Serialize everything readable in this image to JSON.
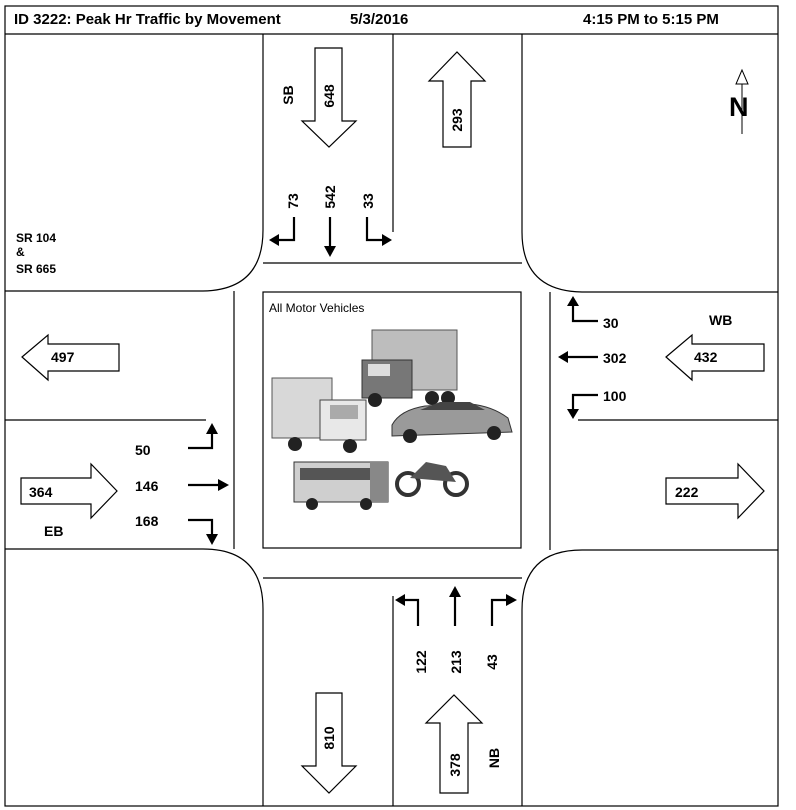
{
  "header": {
    "title": "ID 3222: Peak Hr Traffic by Movement",
    "date": "5/3/2016",
    "time_range": "4:15 PM to 5:15 PM"
  },
  "intersection": {
    "line1": "SR 104",
    "line2": "&",
    "line3": "SR 665"
  },
  "center_label": "All Motor Vehicles",
  "north_label": "N",
  "approaches": {
    "sb": {
      "label": "SB",
      "approach_total": "648",
      "departure_total": "293",
      "right": "73",
      "through": "542",
      "left": "33"
    },
    "wb": {
      "label": "WB",
      "approach_total": "432",
      "departure_total": "497",
      "right": "30",
      "through": "302",
      "left": "100"
    },
    "eb": {
      "label": "EB",
      "approach_total": "364",
      "departure_total": "222",
      "left": "50",
      "through": "146",
      "right": "168"
    },
    "nb": {
      "label": "NB",
      "approach_total": "378",
      "departure_total": "810",
      "left": "122",
      "through": "213",
      "right": "43"
    }
  }
}
